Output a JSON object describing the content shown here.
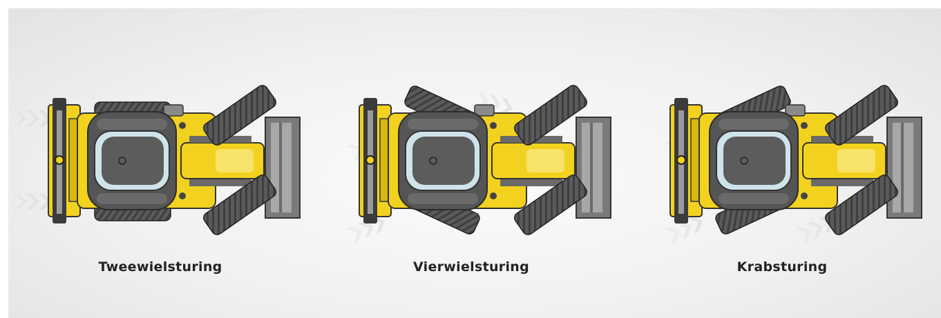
{
  "colors": {
    "yellow": "#f2d21e",
    "dark_gray": "#555555",
    "mid_gray": "#7a7a7a",
    "glass": "#cfe4ea",
    "chevron": "#d8d8d8"
  },
  "panels": [
    {
      "label": "Tweewielsturing",
      "mode": "two-wheel"
    },
    {
      "label": "Vierwielsturing",
      "mode": "four-wheel"
    },
    {
      "label": "Krabsturing",
      "mode": "crab"
    }
  ]
}
